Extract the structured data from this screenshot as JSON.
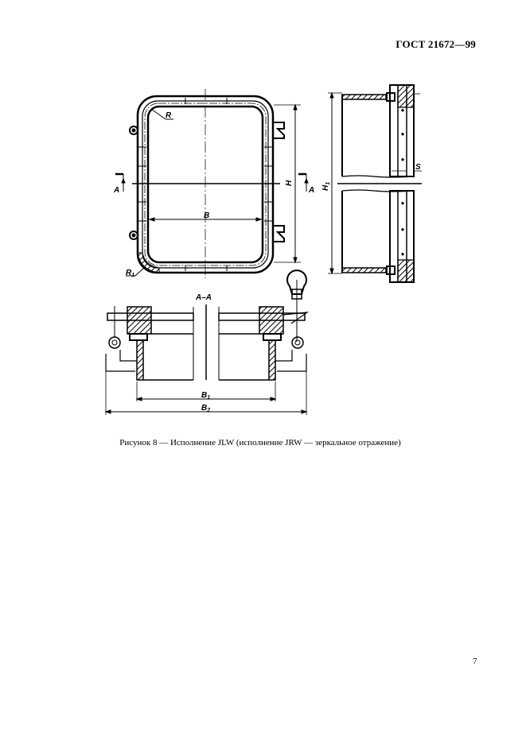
{
  "header": {
    "standard": "ГОСТ 21672—99"
  },
  "figure": {
    "section_label": "А–А",
    "dimension_labels": {
      "radius": "R",
      "radius_1": "R1",
      "width": "B",
      "height": "H",
      "height_1": "H1",
      "thickness": "S",
      "section_mark_left": "A",
      "section_mark_right": "A",
      "width_1": "B1",
      "width_2": "B2"
    },
    "caption": "Рисунок 8 — Исполнение JLW (исполнение JRW — зеркальное отражение)"
  },
  "footer": {
    "page_number": "7"
  }
}
